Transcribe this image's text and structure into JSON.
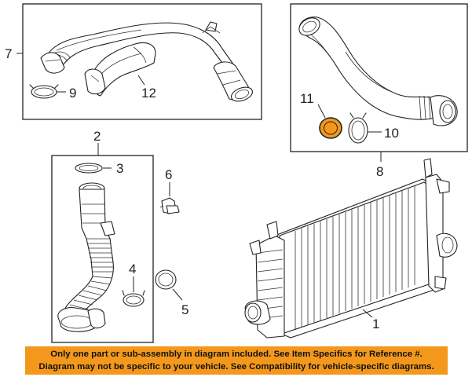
{
  "diagram": {
    "callouts": [
      "1",
      "2",
      "3",
      "4",
      "5",
      "6",
      "7",
      "8",
      "9",
      "10",
      "11",
      "12"
    ],
    "highlight_color": "#f3981c",
    "highlighted_part": "11"
  },
  "disclaimer": {
    "line1": "Only one part or sub-assembly in diagram included. See Item Specifics for Reference #.",
    "line2": "Diagram may not be specific to your vehicle. See Compatibility for vehicle-specific diagrams.",
    "background": "#f3981c"
  }
}
